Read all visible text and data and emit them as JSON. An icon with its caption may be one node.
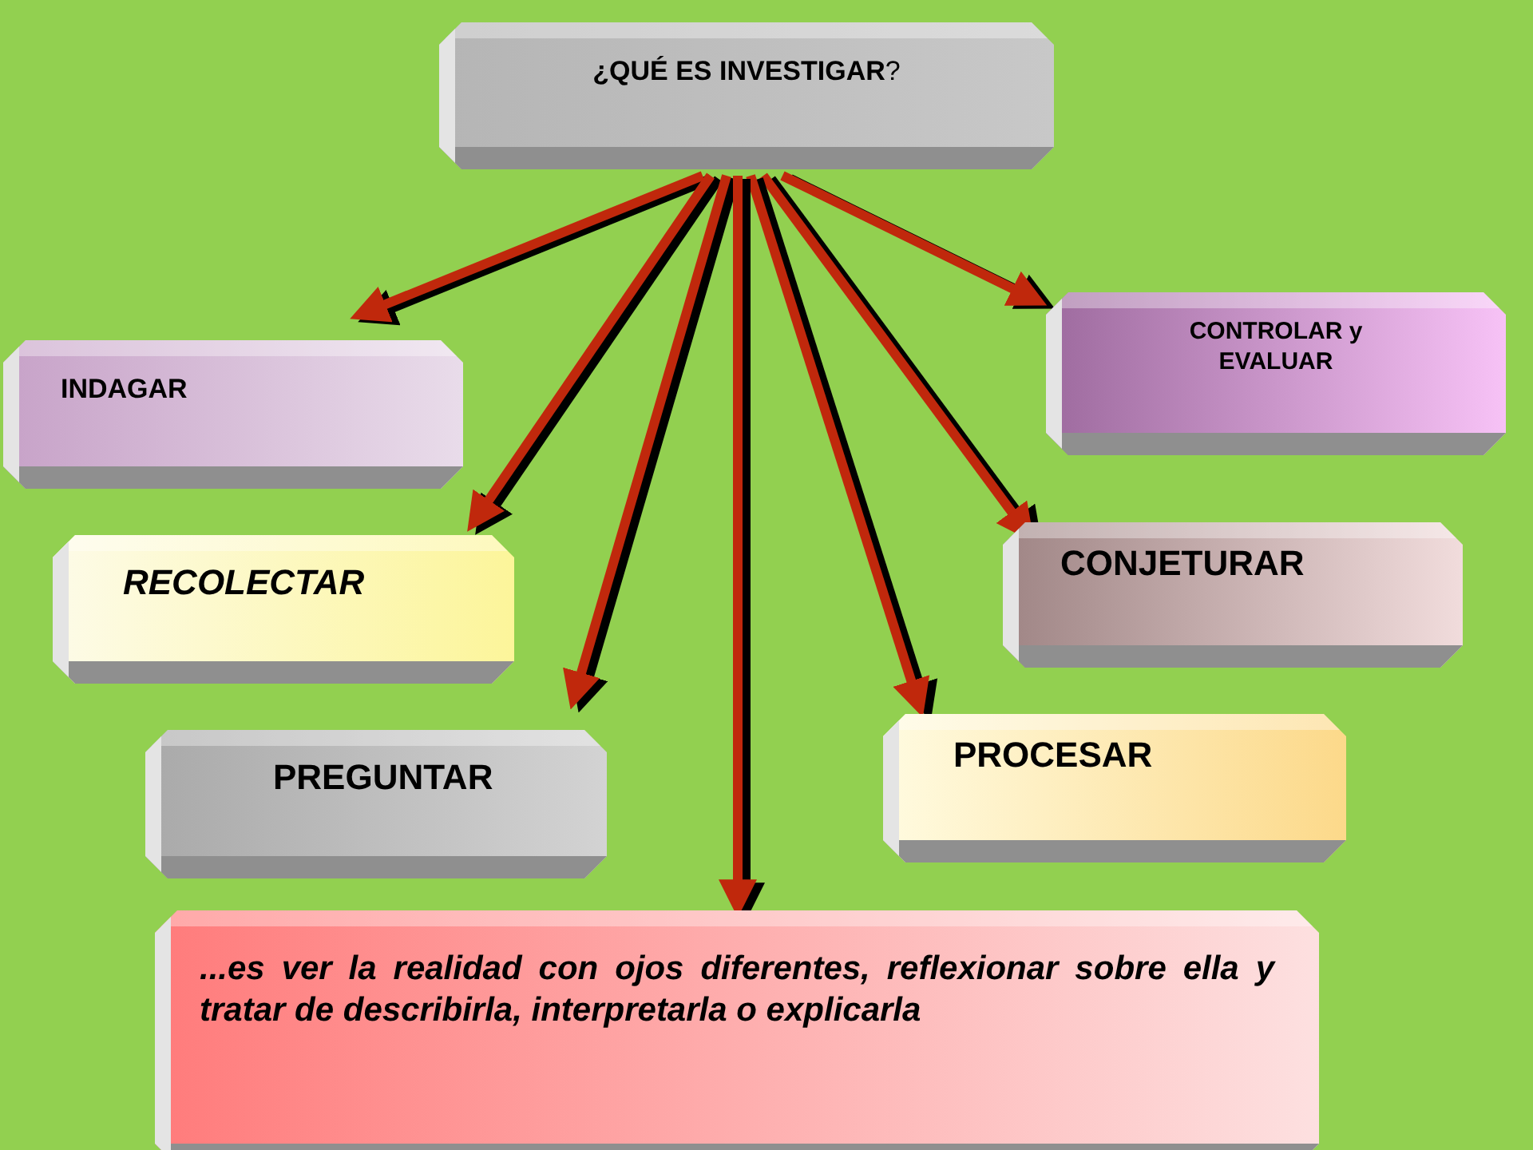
{
  "diagram": {
    "nodes": [
      {
        "text": [
          "**¿QUÉ ES INVESTIGAR**?"
        ]
      },
      {
        "text": [
          "INDAGAR"
        ]
      },
      {
        "text": [
          "CONTROLAR y EVALUAR"
        ]
      },
      {
        "text": [
          "RECOLECTAR"
        ]
      },
      {
        "text": [
          "CONJETURAR"
        ]
      },
      {
        "text": [
          "PREGUNTAR"
        ]
      },
      {
        "text": [
          "PROCESAR"
        ]
      },
      {
        "text": [
          "...es ver la realidad con ojos diferentes, reflexionar sobre ella y tratar de describirla, interpretarla o explicarla"
        ]
      }
    ],
    "edges": [
      {
        "from": 0,
        "to": 1,
        "arrow": "to"
      },
      {
        "from": 0,
        "to": 2,
        "arrow": "to"
      },
      {
        "from": 0,
        "to": 3,
        "arrow": "to"
      },
      {
        "from": 0,
        "to": 4,
        "arrow": "to"
      },
      {
        "from": 0,
        "to": 5,
        "arrow": "to"
      },
      {
        "from": 0,
        "to": 6,
        "arrow": "to"
      },
      {
        "from": 0,
        "to": 7,
        "arrow": "to"
      }
    ]
  }
}
